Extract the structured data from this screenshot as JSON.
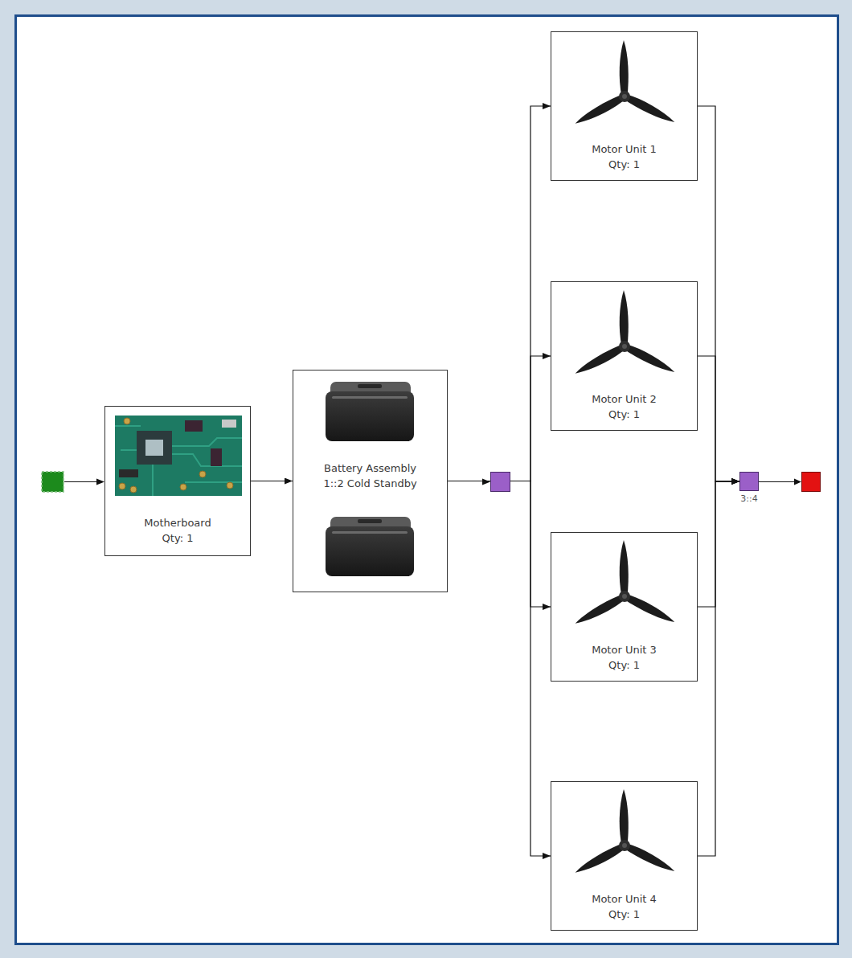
{
  "diagram": {
    "nodes": [
      {
        "text": [
          "Motherboard",
          "Qty: 1"
        ]
      },
      {
        "text": [
          "Battery Assembly",
          "1::2 Cold Standby"
        ]
      },
      {
        "text": [
          "Motor Unit 1",
          "Qty: 1"
        ]
      },
      {
        "text": [
          "Motor Unit 2",
          "Qty: 1"
        ]
      },
      {
        "text": [
          "Motor Unit 3",
          "Qty: 1"
        ]
      },
      {
        "text": [
          "Motor Unit 4",
          "Qty: 1"
        ]
      },
      {
        "text": [
          "3::4"
        ]
      }
    ],
    "edges": [
      {
        "from": 0,
        "to": 1,
        "arrow": "to"
      },
      {
        "from": 1,
        "to": 2,
        "arrow": "to"
      },
      {
        "from": 1,
        "to": 3,
        "arrow": "to"
      },
      {
        "from": 1,
        "to": 4,
        "arrow": "to"
      },
      {
        "from": 1,
        "to": 5,
        "arrow": "to"
      },
      {
        "from": 2,
        "to": 6,
        "arrow": "to"
      },
      {
        "from": 3,
        "to": 6,
        "arrow": "to"
      },
      {
        "from": 4,
        "to": 6,
        "arrow": "to"
      },
      {
        "from": 5,
        "to": 6,
        "arrow": "to"
      }
    ]
  }
}
